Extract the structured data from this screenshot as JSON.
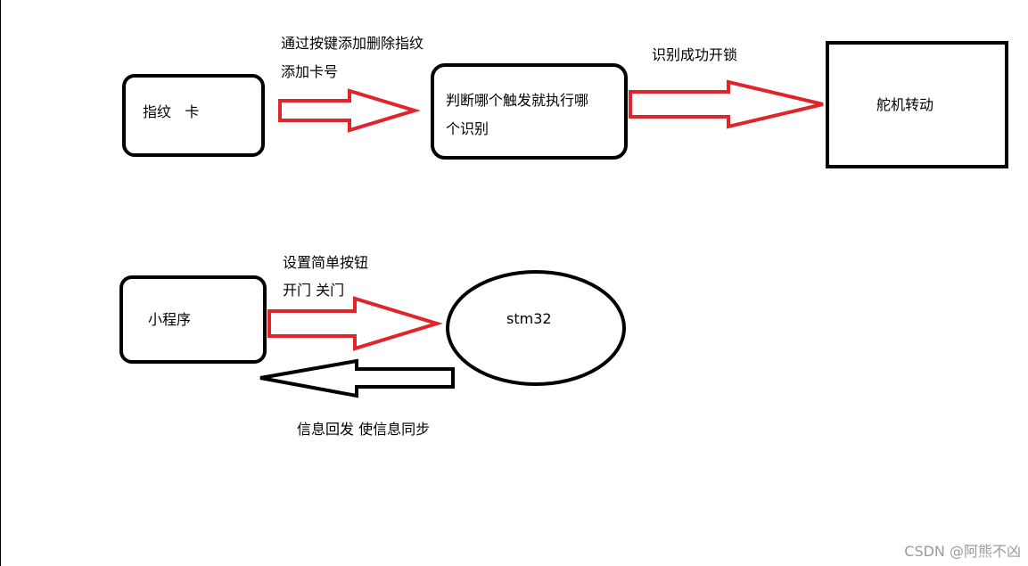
{
  "nodes": {
    "fingerprint_card": "指纹   卡",
    "decision": [
      "判断哪个触发就执行哪",
      "个识别"
    ],
    "servo": "舵机转动",
    "mini_program": "小程序",
    "stm32": "stm32"
  },
  "edge_labels": {
    "add_delete": [
      "通过按键添加删除指纹",
      "添加卡号"
    ],
    "unlock": "识别成功开锁",
    "buttons": [
      "设置简单按钮",
      "开门 关门"
    ],
    "feedback": "信息回发 使信息同步"
  },
  "colors": {
    "arrow_red": "#e0242b",
    "arrow_black": "#000000",
    "stroke": "#000000"
  },
  "watermark": "CSDN @阿熊不凶"
}
